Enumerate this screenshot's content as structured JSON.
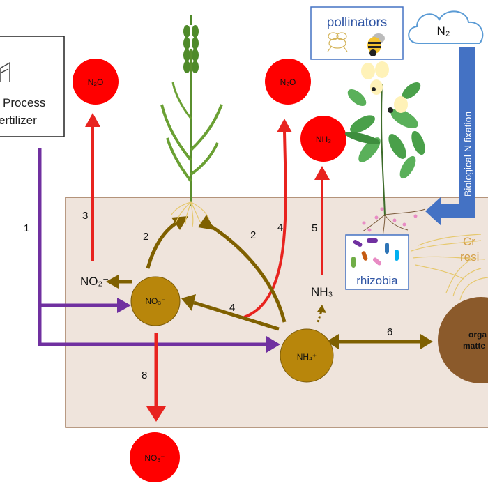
{
  "fertilizer_box": {
    "line1": "Process",
    "line2": "ertilizer"
  },
  "emissions": {
    "n2o_left": "N₂O",
    "n2o_right": "N₂O",
    "nh3_top": "NH₃"
  },
  "pollinators_box": {
    "label": "pollinators"
  },
  "cloud": {
    "label": "N₂"
  },
  "bnf_label": "Biological N fixation",
  "rhizobia_label": "rhizobia",
  "crop_residue_label": {
    "line1": "Cr",
    "line2": "resi"
  },
  "pools": {
    "no3": "NO₃⁻",
    "nh4": "NH₄⁺",
    "organic": {
      "line1": "orga",
      "line2": "matte"
    },
    "no3_leached": "NO₃⁻"
  },
  "species": {
    "no2": "NO₂⁻",
    "nh3_gas": "NH₃"
  },
  "pathway_numbers": {
    "p1": "1",
    "p2_left": "2",
    "p2_right": "2",
    "p3": "3",
    "p4_top": "4",
    "p4_mid": "4",
    "p5": "5",
    "p6": "6",
    "p8": "8"
  },
  "colors": {
    "soil": "#efe4dc",
    "soil_border": "#a0785a",
    "red": "#e8231f",
    "emission_circle": "#ff0000",
    "pool_gold": "#b8860b",
    "purple": "#7030a0",
    "olive_arrow": "#7f6000",
    "organic_brown": "#8b5a2b",
    "blue_box": "#4472c4",
    "cloud_blue": "#5b9bd5"
  }
}
